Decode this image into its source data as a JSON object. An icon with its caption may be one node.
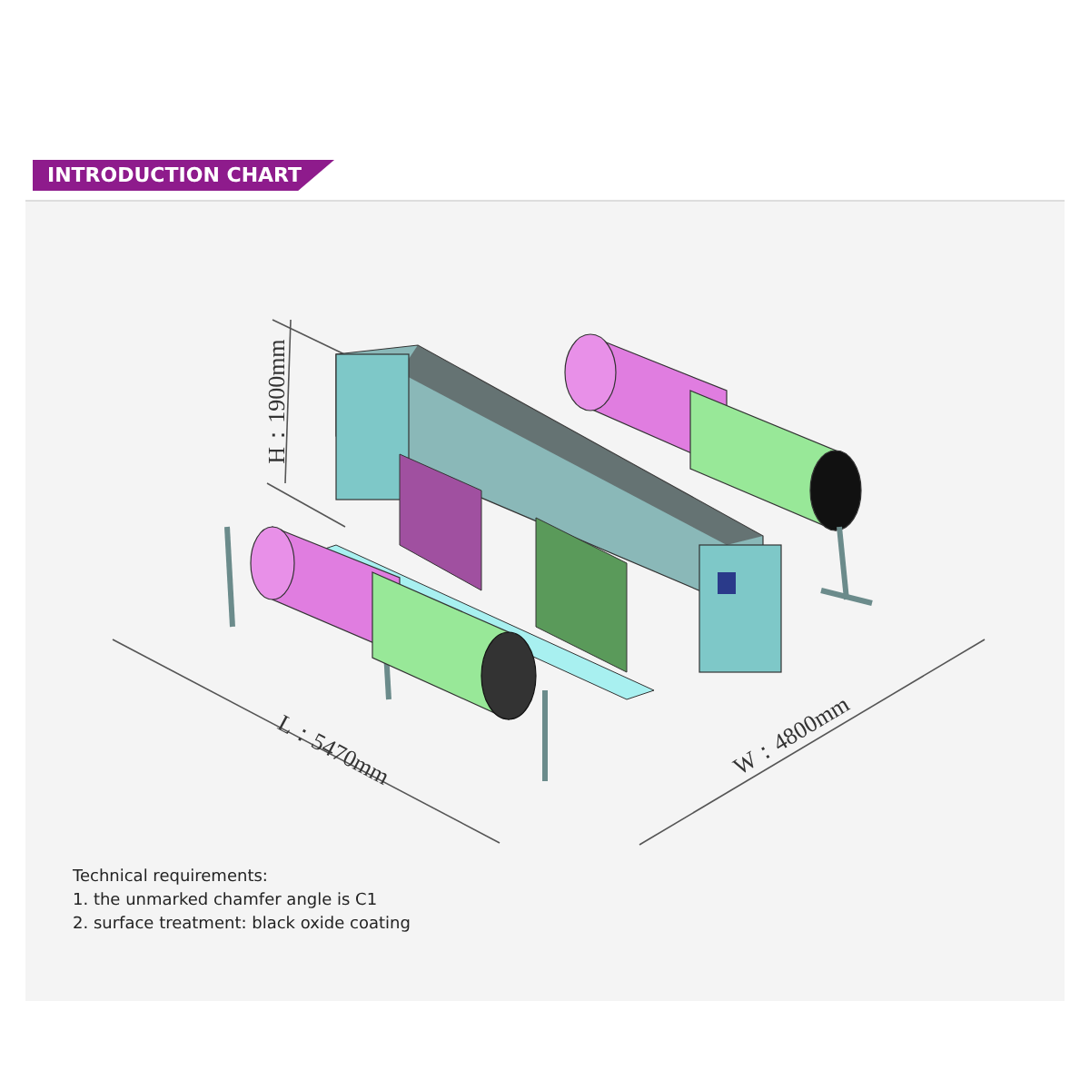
{
  "diagram": {
    "title": "INTRODUCTION CHART",
    "labels": [
      "H：1900mm",
      "L：5470mm",
      "W：4800mm",
      "Technical requirements:",
      "1. the unmarked chamfer angle is C1",
      "2. surface treatment: black oxide coating"
    ]
  }
}
